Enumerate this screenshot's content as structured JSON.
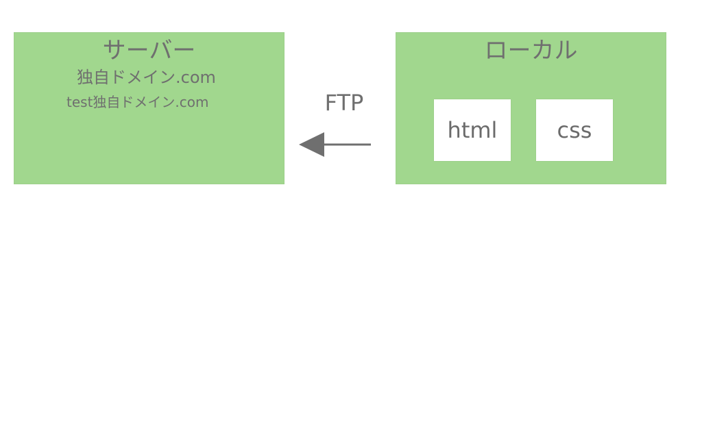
{
  "server": {
    "title": "サーバー",
    "domains": [
      "独自ドメイン.com",
      "test独自ドメイン.com"
    ]
  },
  "local": {
    "title": "ローカル",
    "files": [
      "html",
      "css"
    ]
  },
  "transfer": {
    "label": "FTP",
    "direction": "local-to-server"
  },
  "colors": {
    "box_fill": "#a1d78e",
    "text": "#6f6f6f",
    "arrow": "#6f6f6f",
    "card": "#ffffff"
  }
}
